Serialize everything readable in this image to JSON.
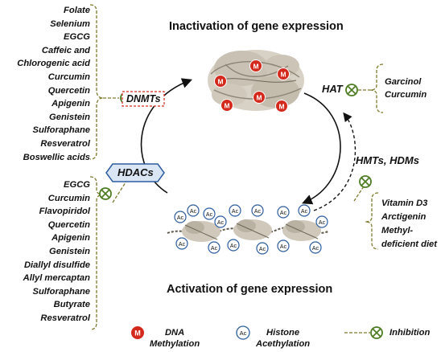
{
  "titles": {
    "top": "Inactivation of gene expression",
    "bottom": "Activation of gene expression"
  },
  "enzymes": {
    "dnmts": "DNMTs",
    "hdacs": "HDACs",
    "hat": "HAT",
    "hmts_hdms": "HMTs, HDMs"
  },
  "lists": {
    "dnmt_inhibitors": [
      "Folate",
      "Selenium",
      "EGCG",
      "Caffeic and",
      "Chlorogenic acid",
      "Curcumin",
      "Quercetin",
      "Apigenin",
      "Genistein",
      "Sulforaphane",
      "Resveratrol",
      "Boswellic acids"
    ],
    "hdac_inhibitors": [
      "EGCG",
      "Curcumin",
      "Flavopiridol",
      "Quercetin",
      "Apigenin",
      "Genistein",
      "Diallyl disulfide",
      "Allyl mercaptan",
      "Sulforaphane",
      "Butyrate",
      "Resveratrol"
    ],
    "hat_inhibitors": [
      "Garcinol",
      "Curcumin"
    ],
    "hmt_inhibitors": [
      "Vitamin D3",
      "Arctigenin",
      "Methyl-",
      "deficient diet"
    ]
  },
  "markers": {
    "methyl": "M",
    "acetyl": "Ac"
  },
  "legend": {
    "dna_methylation": [
      "DNA",
      "Methylation"
    ],
    "histone_acetylation": [
      "Histone",
      "Acethylation"
    ],
    "inhibition": "Inhibition"
  },
  "colors": {
    "methyl_red": "#d42a1e",
    "acetyl_blue": "#2d5d9f",
    "inhibit_green": "#4e7d24",
    "dash_olive": "#7d7a2e",
    "hdac_fill": "#dbe6f4",
    "dnmt_dash": "#d42a1e"
  }
}
